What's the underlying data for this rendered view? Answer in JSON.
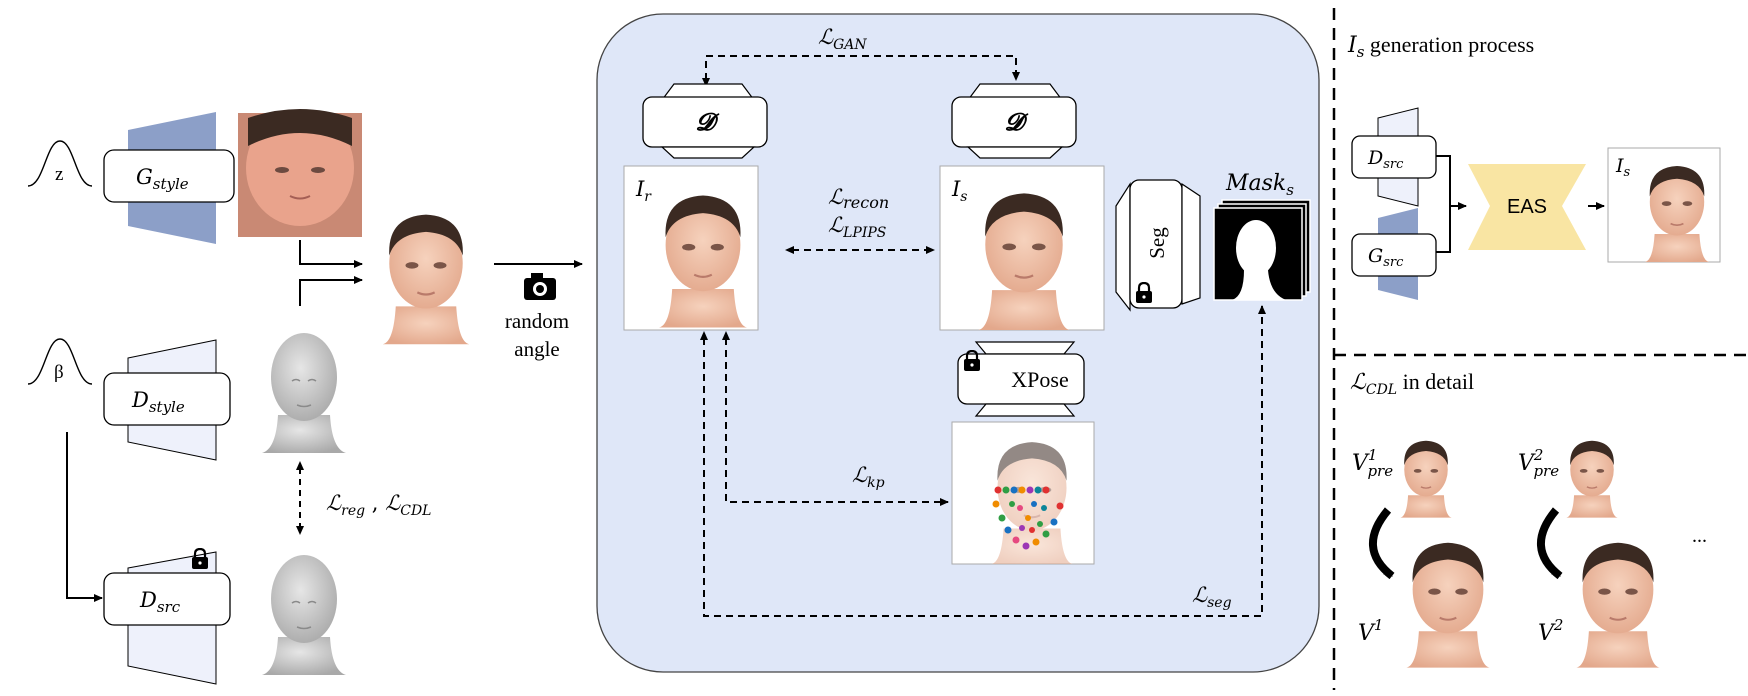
{
  "left": {
    "z_symbol": "z",
    "beta_symbol": "β",
    "g_style": {
      "main": "G",
      "sub": "style"
    },
    "d_style": {
      "main": "D",
      "sub": "style"
    },
    "d_src": {
      "main": "D",
      "sub": "src"
    },
    "loss_reg_cdl": {
      "l1": "ℒ",
      "s1": "reg",
      "sep": " , ",
      "l2": "ℒ",
      "s2": "CDL"
    }
  },
  "camera": {
    "line1": "random",
    "line2": "angle"
  },
  "center": {
    "loss_gan": {
      "l": "ℒ",
      "s": "GAN"
    },
    "disc_label_1": "𝓓",
    "disc_label_2": "𝓓",
    "ir_label": {
      "main": "I",
      "sub": "r"
    },
    "is_label": {
      "main": "I",
      "sub": "s"
    },
    "loss_recon": {
      "l": "ℒ",
      "s": "recon"
    },
    "loss_lpips": {
      "l": "ℒ",
      "s": "LPIPS"
    },
    "seg_label": "Seg",
    "mask_label": {
      "main": "Mask",
      "sub": "s"
    },
    "xpose_label": "XPose",
    "loss_kp": {
      "l": "ℒ",
      "s": "kp"
    },
    "loss_seg": {
      "l": "ℒ",
      "s": "seg"
    }
  },
  "right_top": {
    "title": {
      "main": "I",
      "sub": "s",
      "rest": "  generation process"
    },
    "d_src": {
      "main": "D",
      "sub": "src"
    },
    "g_src": {
      "main": "G",
      "sub": "src"
    },
    "eas_label": "EAS",
    "out_label": {
      "main": "I",
      "sub": "s"
    }
  },
  "right_bottom": {
    "title": {
      "l": "ℒ",
      "s": "CDL",
      "rest": "  in detail"
    },
    "v_pre_1": {
      "main": "V",
      "sup": "1",
      "sub": "pre"
    },
    "v_pre_2": {
      "main": "V",
      "sup": "2",
      "sub": "pre"
    },
    "v_1": {
      "main": "V",
      "sup": "1"
    },
    "v_2": {
      "main": "V",
      "sup": "2"
    },
    "ellipsis": "..."
  },
  "colors": {
    "panel_fill": "#dfe7f8",
    "generator_fill": "#8c9fc8",
    "style_fill": "#eef1fb",
    "eas_fill": "#f9e5a3",
    "skin": "#efc3a9",
    "hair": "#3b2a22",
    "gray_head": "#c9c9c9"
  }
}
